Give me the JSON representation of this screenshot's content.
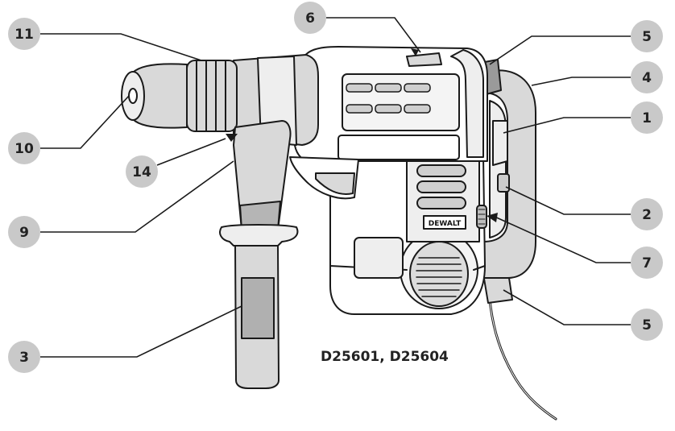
{
  "model_label": "D25601, D25604",
  "brand_label": "DEWALT",
  "callouts": [
    {
      "id": "callout-11",
      "label": "11"
    },
    {
      "id": "callout-10",
      "label": "10"
    },
    {
      "id": "callout-14",
      "label": "14"
    },
    {
      "id": "callout-9",
      "label": "9"
    },
    {
      "id": "callout-3",
      "label": "3"
    },
    {
      "id": "callout-6",
      "label": "6"
    },
    {
      "id": "callout-5-top",
      "label": "5"
    },
    {
      "id": "callout-4",
      "label": "4"
    },
    {
      "id": "callout-1",
      "label": "1"
    },
    {
      "id": "callout-2",
      "label": "2"
    },
    {
      "id": "callout-7",
      "label": "7"
    },
    {
      "id": "callout-5-bottom",
      "label": "5"
    }
  ],
  "colors": {
    "badge_fill": "#c9c9c9",
    "tool_grey": "#d9d9d9",
    "tool_light": "#eeeeee",
    "outline": "#1a1a1a"
  }
}
